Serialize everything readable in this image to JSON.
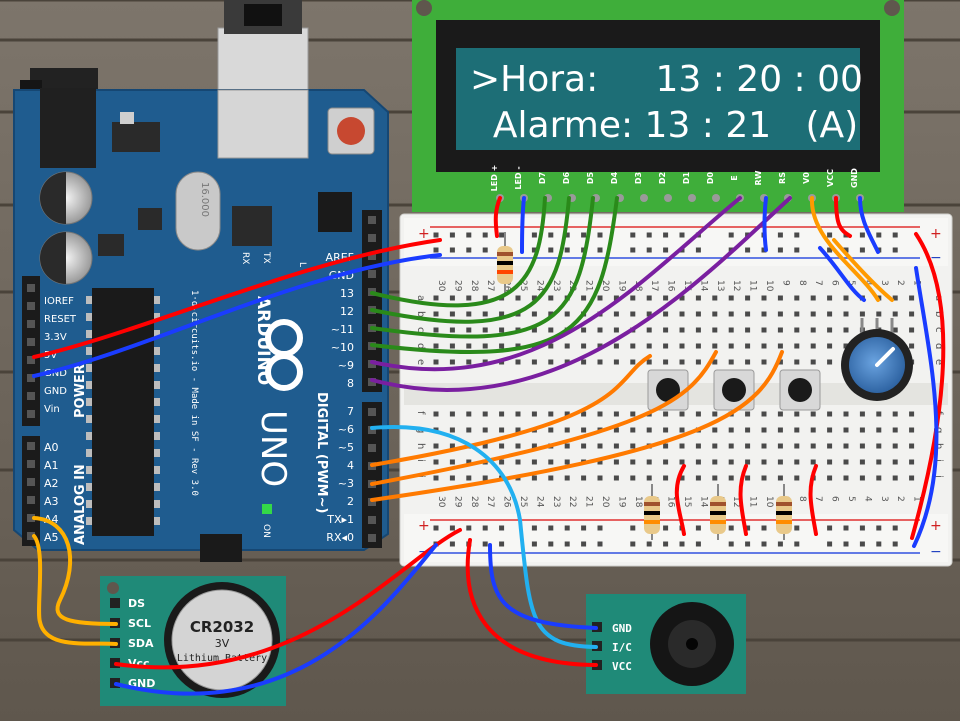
{
  "lcd": {
    "line1": ">Hora:     13 : 20 : 00",
    "line2": "  Alarme: 13 : 21   (A)",
    "pins": [
      "LED +",
      "LED -",
      "D7",
      "D6",
      "D5",
      "D4",
      "D3",
      "D2",
      "D1",
      "D0",
      "E",
      "RW",
      "RS",
      "V0",
      "VCC",
      "GND"
    ]
  },
  "arduino": {
    "brand": "ARDUINO",
    "model": "UNO",
    "site_line": "1·d-circuits.io - Made in SF - Rev 3.0",
    "power_header": "POWER",
    "analog_header": "ANALOG IN",
    "digital_header": "DIGITAL (PWM~)",
    "on_label": "ON",
    "power_pins": [
      "IOREF",
      "RESET",
      "3.3V",
      "5V",
      "GND",
      "GND",
      "Vin"
    ],
    "analog_pins": [
      "A0",
      "A1",
      "A2",
      "A3",
      "A4",
      "A5"
    ],
    "digital_top": [
      "AREF",
      "GND",
      "13",
      "12",
      "~11",
      "~10",
      "~9",
      "8"
    ],
    "digital_bottom": [
      "7",
      "~6",
      "~5",
      "4",
      "~3",
      "2",
      "TX▸1",
      "RX◂0"
    ],
    "rx_label": "RX",
    "tx_label": "TX",
    "l_label": "L"
  },
  "breadboard": {
    "top_plus": "+",
    "top_minus": "−",
    "bottom_plus": "+",
    "bottom_minus": "−",
    "columns": [
      "30",
      "29",
      "28",
      "27",
      "26",
      "25",
      "24",
      "23",
      "22",
      "21",
      "20",
      "19",
      "18",
      "17",
      "16",
      "15",
      "14",
      "13",
      "12",
      "11",
      "10",
      "9",
      "8",
      "7",
      "6",
      "5",
      "4",
      "3",
      "2",
      "1"
    ],
    "rows_top": [
      "a",
      "b",
      "c",
      "d",
      "e"
    ],
    "rows_bottom": [
      "f",
      "g",
      "h",
      "i",
      "j"
    ]
  },
  "rtc": {
    "pins": [
      "DS",
      "SCL",
      "SDA",
      "Vcc",
      "GND"
    ],
    "battery_model": "CR2032",
    "battery_voltage": "3V",
    "battery_type": "Lithium Battery"
  },
  "buzzer": {
    "pins": [
      "GND",
      "I/C",
      "VCC"
    ]
  },
  "crystal": {
    "label": "16.000"
  },
  "colors": {
    "wood": "#7a7167",
    "arduino_board": "#1f5c8f",
    "lcd_board": "#3fae3a",
    "lcd_screen": "#1d6e76",
    "module_board": "#1f8a78",
    "wire_red": "#ff0000",
    "wire_blue": "#1a3cff",
    "wire_green": "#2a8a1a",
    "wire_purple": "#7a1fa0",
    "wire_orange": "#ff7a00",
    "wire_cyan": "#22b0f0",
    "wire_yellow": "#ffb000"
  }
}
